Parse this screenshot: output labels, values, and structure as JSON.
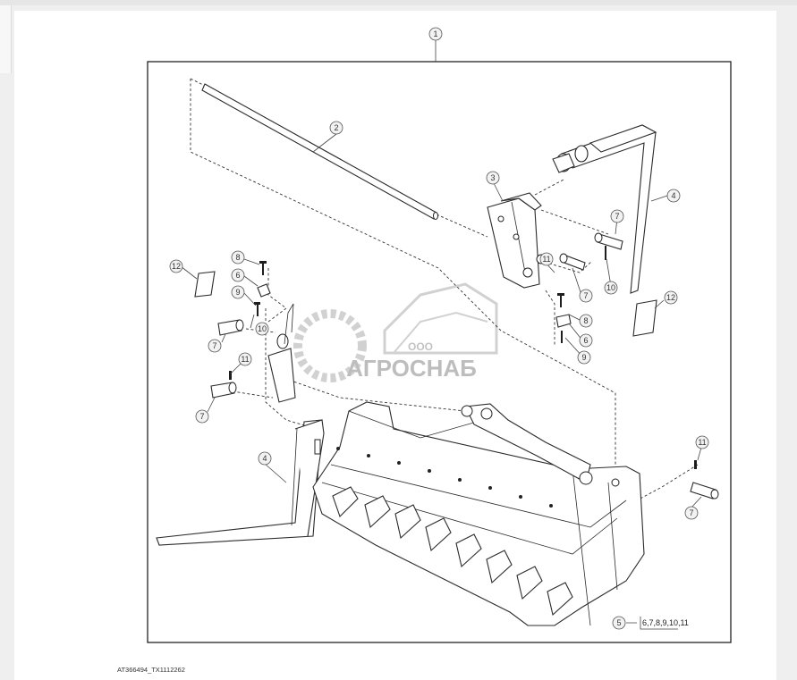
{
  "callouts": {
    "c1": "1",
    "c2": "2",
    "c3": "3",
    "c4a": "4",
    "c4b": "4",
    "c5": "5",
    "c5_list": "6,7,8,9,10,11",
    "c6a": "6",
    "c6b": "6",
    "c7a": "7",
    "c7b": "7",
    "c7c": "7",
    "c7d": "7",
    "c7e": "7",
    "c8a": "8",
    "c8b": "8",
    "c9a": "9",
    "c9b": "9",
    "c10a": "10",
    "c10b": "10",
    "c11a": "11",
    "c11b": "11",
    "c11c": "11",
    "c12a": "12",
    "c12b": "12"
  },
  "watermark": {
    "prefix": "ООО",
    "brand": "АГРОСНАБ"
  },
  "caption": "AT366494_TX1112262",
  "colors": {
    "line": "#2b2b2b",
    "callout_fill": "#f2f2f2",
    "watermark": "#b9b9b9"
  }
}
